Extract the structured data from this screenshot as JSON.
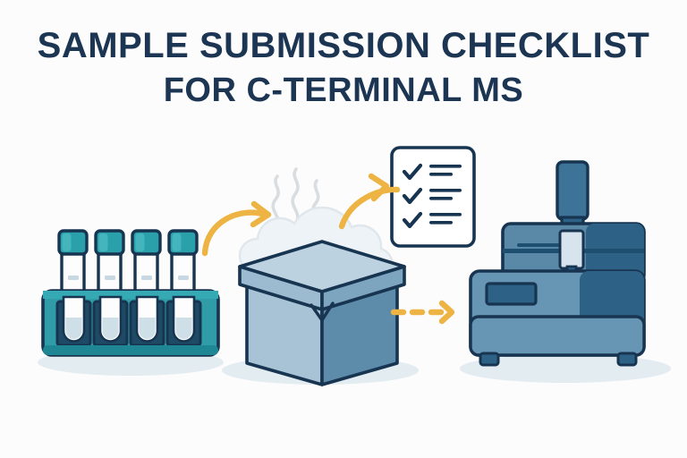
{
  "illustration": {
    "kind": "flat-vector-infographic",
    "background_color": "#fcfcfc",
    "title": {
      "line1": "SAMPLE SUBMISSION CHECKLIST",
      "line2": "FOR C-TERMINAL MS",
      "color": "#1b3553"
    },
    "palette": {
      "outline_navy": "#173450",
      "teal_rack": "#2f9ca8",
      "teal_rack_dark": "#1f8793",
      "teal_cap": "#2aa0aa",
      "teal_cap_dark": "#1e8c98",
      "tube_white": "#fdfdfd",
      "tube_liquid": "#cfdfe8",
      "box_light": "#a9c3d6",
      "box_mid": "#8fb2c9",
      "box_dark": "#5d8cab",
      "box_lid": "#9dbbd0",
      "vapor_gray": "#d9dde0",
      "cloud": "#eef3f7",
      "instrument_light": "#6795b4",
      "instrument_mid": "#5a89a8",
      "instrument_dark": "#2d6286",
      "instrument_darker": "#255777",
      "probe_glass": "#d7e4ee",
      "arrow_amber": "#edb343",
      "shadow": "#e3ecf1",
      "card_white": "#ffffff"
    },
    "scene_objects": [
      {
        "id": "sample-tube-rack",
        "label": "Sample tube rack",
        "tube_count": 4,
        "position": "left"
      },
      {
        "id": "dry-ice-shipping-box",
        "label": "Dry ice shipping box with vapor",
        "vapor_wisps": 3,
        "position": "center"
      },
      {
        "id": "checklist-document",
        "label": "Checklist document",
        "checked_items": 3,
        "position": "upper-right"
      },
      {
        "id": "mass-spectrometer",
        "label": "Mass spectrometer instrument",
        "position": "right"
      }
    ],
    "arrows": [
      {
        "id": "arrow-rack-to-box",
        "style": "curved",
        "color": "#edb343",
        "from": "sample-tube-rack",
        "to": "dry-ice-shipping-box"
      },
      {
        "id": "arrow-box-to-checklist",
        "style": "curved",
        "color": "#edb343",
        "from": "dry-ice-shipping-box",
        "to": "checklist-document"
      },
      {
        "id": "arrow-box-to-instrument",
        "style": "dashed",
        "color": "#edb343",
        "dash_count": 3,
        "from": "dry-ice-shipping-box",
        "to": "mass-spectrometer"
      }
    ]
  }
}
